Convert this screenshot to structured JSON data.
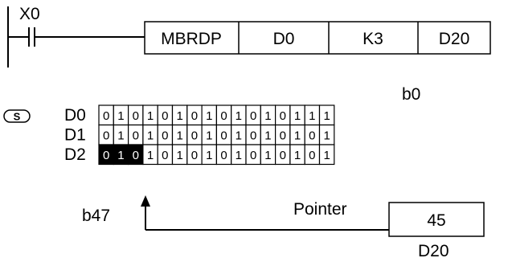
{
  "ladder": {
    "contact": "X0",
    "instruction": "MBRDP",
    "operands": [
      "D0",
      "K3",
      "D20"
    ]
  },
  "memory": {
    "source_tag": "S",
    "top_right_bit": "b0",
    "bottom_left_bit": "b47",
    "rows": [
      {
        "reg": "D0",
        "bits": [
          "0",
          "1",
          "0",
          "1",
          "0",
          "1",
          "0",
          "1",
          "0",
          "1",
          "0",
          "1",
          "0",
          "1",
          "1",
          "1"
        ]
      },
      {
        "reg": "D1",
        "bits": [
          "0",
          "1",
          "0",
          "1",
          "0",
          "1",
          "0",
          "1",
          "0",
          "1",
          "0",
          "1",
          "0",
          "1",
          "0",
          "1"
        ]
      },
      {
        "reg": "D2",
        "bits": [
          "0",
          "1",
          "0",
          "1",
          "0",
          "1",
          "0",
          "1",
          "0",
          "1",
          "0",
          "1",
          "0",
          "1",
          "0",
          "1"
        ]
      }
    ],
    "highlighted_bits_in_last_row": 3
  },
  "pointer": {
    "label": "Pointer",
    "value": "45",
    "register": "D20"
  }
}
